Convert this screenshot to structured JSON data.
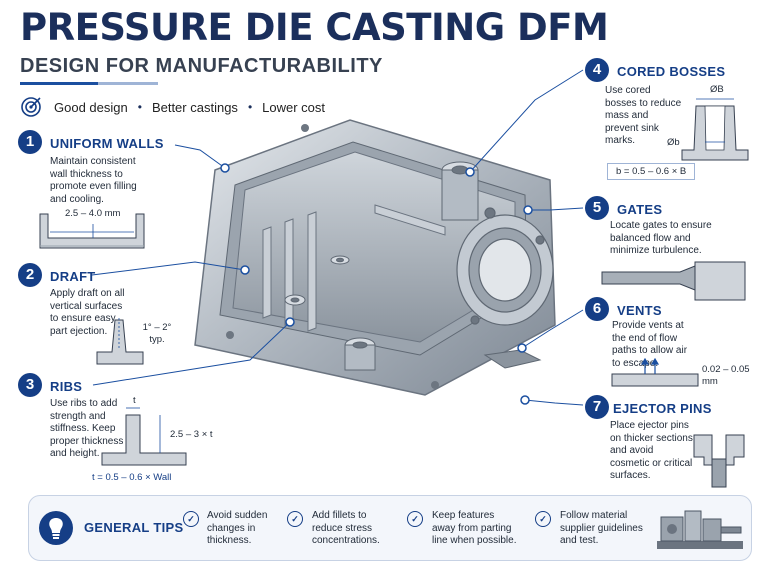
{
  "header": {
    "title": "PRESSURE DIE CASTING DFM",
    "subtitle": "DESIGN FOR MANUFACTURABILITY",
    "tagline": [
      "Good design",
      "Better castings",
      "Lower cost"
    ]
  },
  "sections": [
    {
      "number": "1",
      "heading": "UNIFORM WALLS",
      "text": "Maintain consistent wall thickness to promote even filling and cooling.",
      "note": "2.5 – 4.0 mm"
    },
    {
      "number": "2",
      "heading": "DRAFT",
      "text": "Apply draft on all vertical surfaces to ensure easy part ejection.",
      "note": "1° – 2° typ."
    },
    {
      "number": "3",
      "heading": "RIBS",
      "text": "Use ribs to add strength and stiffness. Keep proper thickness and height.",
      "note": "2.5 – 3 × t",
      "label_t": "t",
      "formula": "t = 0.5 – 0.6 × Wall"
    },
    {
      "number": "4",
      "heading": "CORED BOSSES",
      "text": "Use cored bosses to reduce mass and prevent sink marks.",
      "label_outer": "ØB",
      "label_inner": "Øb",
      "formula": "b = 0.5 – 0.6 × B"
    },
    {
      "number": "5",
      "heading": "GATES",
      "text": "Locate gates to ensure balanced flow and minimize turbulence."
    },
    {
      "number": "6",
      "heading": "VENTS",
      "text": "Provide vents at the end of flow paths to allow air to escape.",
      "note": "0.02 – 0.05 mm"
    },
    {
      "number": "7",
      "heading": "EJECTOR PINS",
      "text": "Place ejector pins on thicker sections and avoid cosmetic or critical surfaces."
    }
  ],
  "general_tips": {
    "heading": "GENERAL TIPS",
    "items": [
      "Avoid sudden changes in thickness.",
      "Add fillets to reduce stress concentrations.",
      "Keep features away from parting line when possible.",
      "Follow material supplier guidelines and test."
    ]
  },
  "colors": {
    "primary": "#153e86",
    "title": "#1b2f5c",
    "metal": "#b9c0c8"
  }
}
